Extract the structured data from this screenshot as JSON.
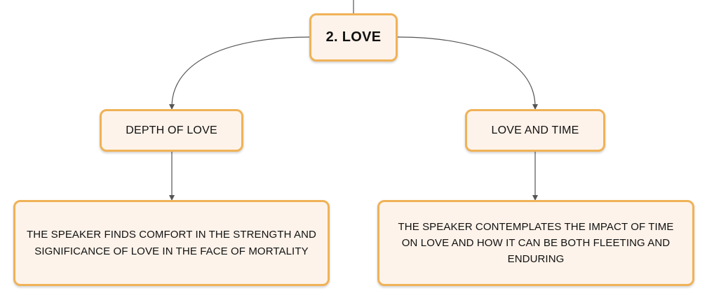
{
  "diagram": {
    "root": {
      "label": "2. LOVE"
    },
    "branches": [
      {
        "label": "DEPTH OF LOVE",
        "detail": "THE SPEAKER FINDS COMFORT IN THE STRENGTH AND SIGNIFICANCE OF LOVE IN THE FACE OF MORTALITY"
      },
      {
        "label": "LOVE AND TIME",
        "detail": "THE SPEAKER CONTEMPLATES THE IMPACT OF TIME ON LOVE AND HOW IT CAN BE BOTH FLEETING AND ENDURING"
      }
    ]
  },
  "colors": {
    "node_border": "#f0b257",
    "node_fill": "#fdf3ea",
    "connector": "#555555"
  }
}
